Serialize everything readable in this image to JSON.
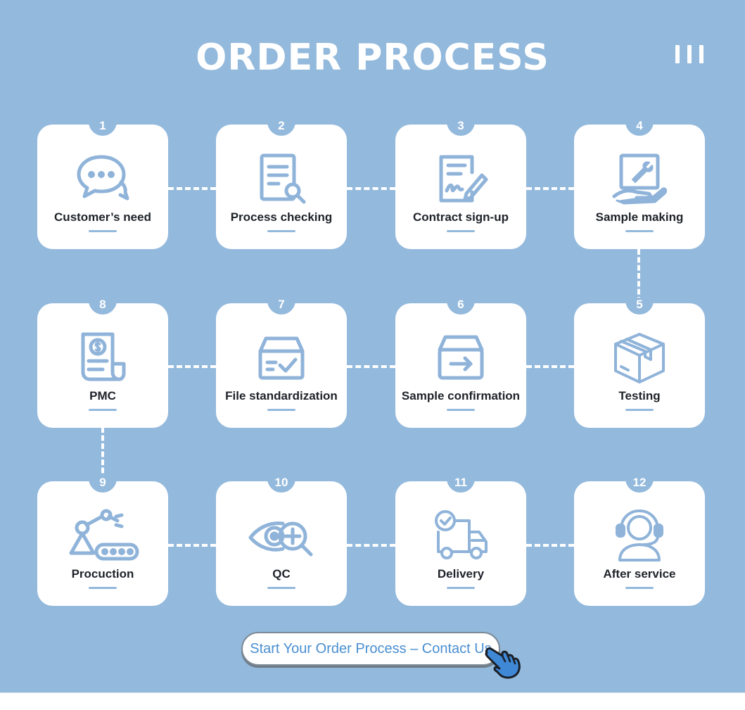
{
  "page": {
    "title": "ORDER PROCESS"
  },
  "steps": [
    {
      "number": "1",
      "label": "Customer’s need",
      "icon": "chat-bubble-icon"
    },
    {
      "number": "2",
      "label": "Process checking",
      "icon": "document-search-icon"
    },
    {
      "number": "3",
      "label": "Contract sign-up",
      "icon": "contract-sign-icon"
    },
    {
      "number": "4",
      "label": "Sample making",
      "icon": "hand-wrench-icon"
    },
    {
      "number": "5",
      "label": "Testing",
      "icon": "package-box-icon"
    },
    {
      "number": "6",
      "label": "Sample confirmation",
      "icon": "box-arrow-icon"
    },
    {
      "number": "7",
      "label": "File standardization",
      "icon": "box-check-icon"
    },
    {
      "number": "8",
      "label": "PMC",
      "icon": "invoice-dollar-icon"
    },
    {
      "number": "9",
      "label": "Procuction",
      "icon": "robot-arm-conveyor-icon"
    },
    {
      "number": "10",
      "label": "QC",
      "icon": "eye-magnifier-icon"
    },
    {
      "number": "11",
      "label": "Delivery",
      "icon": "delivery-truck-icon"
    },
    {
      "number": "12",
      "label": "After service",
      "icon": "headset-agent-icon"
    }
  ],
  "cta": {
    "label": "Start Your Order Process – Contact Us",
    "icon": "pointing-hand-icon"
  },
  "colors": {
    "background": "#93b9dc",
    "card": "#ffffff",
    "icon_stroke": "#8fb3d9",
    "label_text": "#1e2229",
    "cta_text": "#4a8fd0"
  }
}
